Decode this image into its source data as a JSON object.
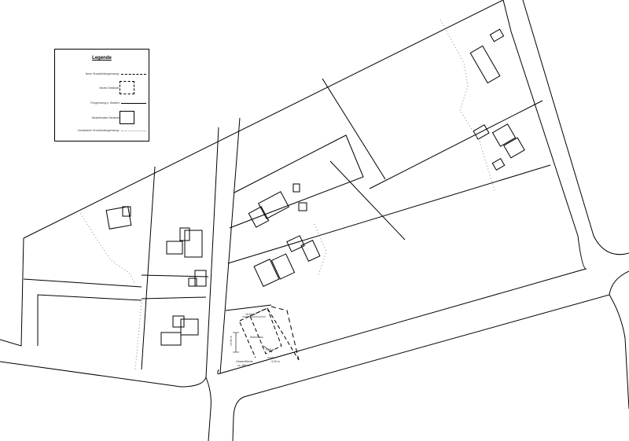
{
  "legend": {
    "title": "Legende",
    "items": [
      {
        "label": "Neue Grundstücksgrenzung:",
        "symbol": "dashed-line"
      },
      {
        "label": "Neues Gebäude:",
        "symbol": "dashed-square"
      },
      {
        "label": "Flurgrenzung u. Straßen",
        "symbol": "solid-line"
      },
      {
        "label": "Bestehendes Gebäude",
        "symbol": "solid-square"
      },
      {
        "label": "Vorhandene Grundstücksgrenzung:",
        "symbol": "dotted-line"
      }
    ]
  },
  "plot": {
    "width_dim": "15,00 m",
    "depth_dim": "12,00 m",
    "building_label": "Wohnhaus",
    "dim_a": "5,00 m",
    "dim_b": "3,00 m",
    "area_label_1": "Gesamtfläche",
    "area_label_2": "ca. 860 m²"
  },
  "colors": {
    "line": "#000000",
    "dotted": "#888888"
  }
}
